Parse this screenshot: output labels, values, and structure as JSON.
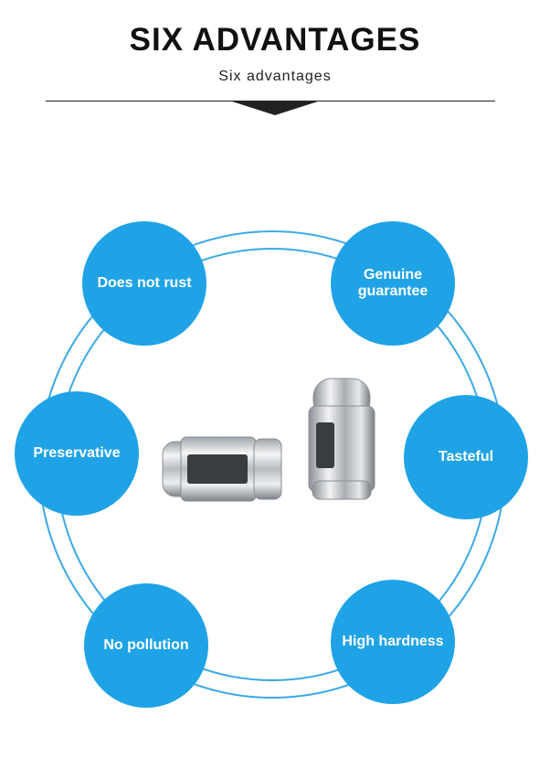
{
  "header": {
    "title": "SIX ADVANTAGES",
    "subtitle": "Six advantages"
  },
  "colors": {
    "accent": "#1fa3e6",
    "ring": "#3aa9e8",
    "text": "#111111"
  },
  "advantages": [
    {
      "label": "Does not rust"
    },
    {
      "label": "Genuine guarantee"
    },
    {
      "label": "Preservative"
    },
    {
      "label": "Tasteful"
    },
    {
      "label": "No pollution"
    },
    {
      "label": "High hardness"
    }
  ],
  "product": {
    "icon": "lug-nut-icon"
  }
}
